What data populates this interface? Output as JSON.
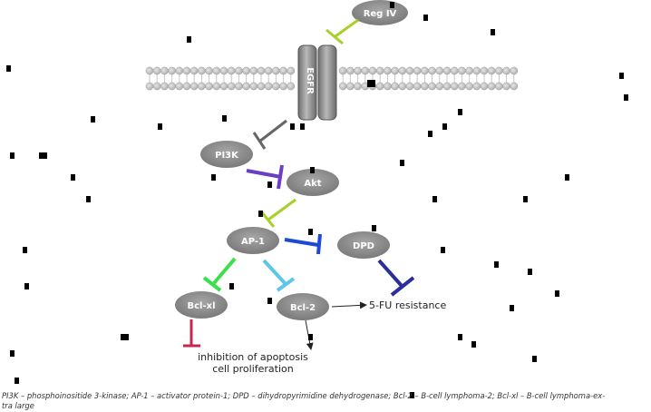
{
  "nodes": {
    "reg_iv": "Reg IV",
    "egfr": "EGFR",
    "pi3k": "PI3K",
    "akt": "Akt",
    "ap1": "AP-1",
    "dpd": "DPD",
    "bcl_xl": "Bcl-xl",
    "bcl_2": "Bcl-2"
  },
  "outcomes": {
    "resistance": "5-FU resistance",
    "apoptosis_line1": "inhibition of apoptosis",
    "apoptosis_line2": "cell proliferation"
  },
  "caption": {
    "line1": "PI3K – phosphoinositide 3-kinase; AP-1 – activator protein-1; DPD – dihydropyrimidine dehydrogenase; Bcl-2 – B-cell lymphoma-2; Bcl-xl – B-cell lymphoma-ex-",
    "line2": "tra large"
  },
  "colors": {
    "reg_iv_inhibit": "#a8cf2a",
    "egfr_pi3k": "#666666",
    "pi3k_akt": "#6a3fc1",
    "akt_ap1": "#a8cf2a",
    "ap1_dpd": "#1d49d6",
    "ap1_bclxl": "#3ce04a",
    "ap1_bcl2": "#5cc7e6",
    "dpd_resistance": "#2a2f9a",
    "bclxl_apoptosis": "#c8264f",
    "node_fill": "#8c8c8c"
  }
}
